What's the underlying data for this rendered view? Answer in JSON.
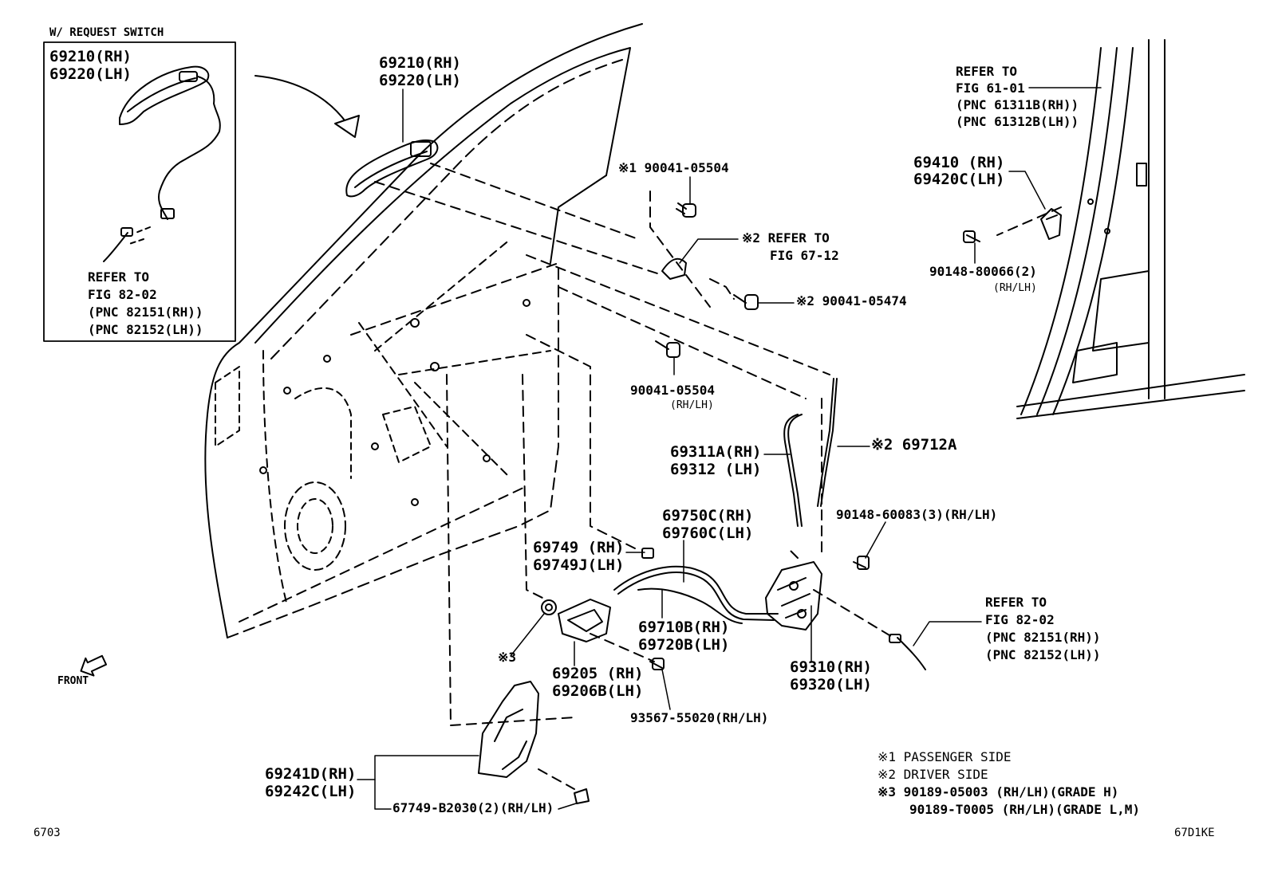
{
  "inset_title": "W/ REQUEST SWITCH",
  "inset_handle": {
    "rh": "69210(RH)",
    "lh": "69220(LH)"
  },
  "inset_refer": {
    "l1": "REFER TO",
    "l2": "FIG 82-02",
    "l3": "(PNC 82151(RH))",
    "l4": "(PNC 82152(LH))"
  },
  "handle_main": {
    "rh": "69210(RH)",
    "lh": "69220(LH)"
  },
  "bolt_top": "※1 90041-05504",
  "refer_6712": {
    "l1": "※2 REFER TO",
    "l2": "FIG 67-12"
  },
  "bolt_05474": "※2 90041-05474",
  "bolt_mid": {
    "l1": "90041-05504",
    "l2": "(RH/LH)"
  },
  "pillar_refer": {
    "l1": "REFER TO",
    "l2": "FIG 61-01",
    "l3": "(PNC 61311B(RH))",
    "l4": "(PNC 61312B(LH))"
  },
  "striker": {
    "rh": "69410 (RH)",
    "lh": "69420C(LH)"
  },
  "screw_80066": {
    "l1": "90148-80066(2)",
    "l2": "(RH/LH)"
  },
  "rod_69311": {
    "rh": "69311A(RH)",
    "lh": "69312 (LH)"
  },
  "rod_69712": "※2 69712A",
  "screw_60083": "90148-60083(3)(RH/LH)",
  "cable_69750": {
    "rh": "69750C(RH)",
    "lh": "69760C(LH)"
  },
  "clip_69749": {
    "rh": "69749 (RH)",
    "lh": "69749J(LH)"
  },
  "cable_69710": {
    "rh": "69710B(RH)",
    "lh": "69720B(LH)"
  },
  "lock_69310": {
    "rh": "69310(RH)",
    "lh": "69320(LH)"
  },
  "lock_refer": {
    "l1": "REFER TO",
    "l2": "FIG 82-02",
    "l3": "(PNC 82151(RH))",
    "l4": "(PNC 82152(LH))"
  },
  "mark3": "※3",
  "inner_handle": {
    "rh": "69205 (RH)",
    "lh": "69206B(LH)"
  },
  "screw_93567": "93567-55020(RH/LH)",
  "cover_69241": {
    "rh": "69241D(RH)",
    "lh": "69242C(LH)"
  },
  "clip_67749": "67749-B2030(2)(RH/LH)",
  "front": "FRONT",
  "notes": {
    "n1": "※1 PASSENGER SIDE",
    "n2": "※2 DRIVER SIDE",
    "n3": "※3 90189-05003 (RH/LH)(GRADE H)",
    "n4": "90189-T0005 (RH/LH)(GRADE L,M)"
  },
  "fig_no": "6703",
  "code": "67D1KE"
}
